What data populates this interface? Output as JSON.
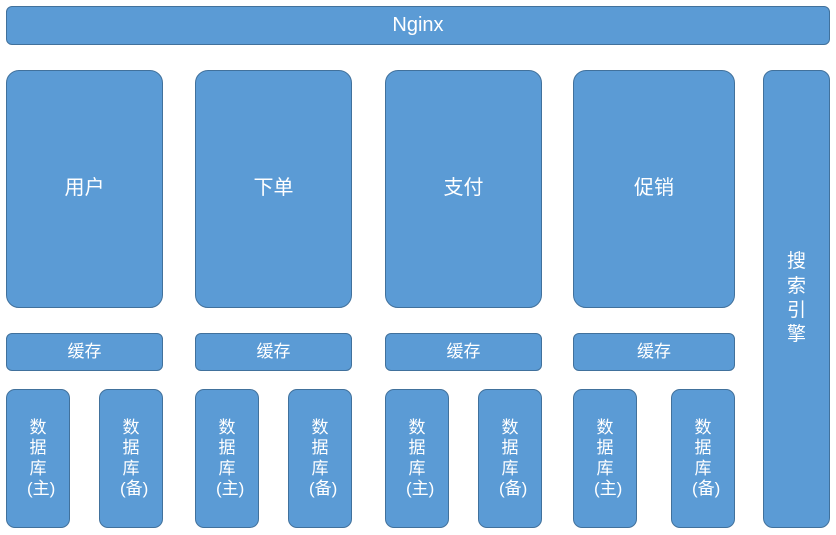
{
  "theme": {
    "node_fill": "#5b9bd5",
    "node_border": "#41719c",
    "node_text": "#ffffff",
    "background": "#ffffff"
  },
  "gateway": {
    "label": "Nginx"
  },
  "columns": [
    {
      "service": "用户",
      "cache": "缓存",
      "databases": [
        {
          "name": "数据库",
          "role": "(主)",
          "full": "数据库(主)"
        },
        {
          "name": "数据库",
          "role": "(备)",
          "full": "数据库(备)"
        }
      ]
    },
    {
      "service": "下单",
      "cache": "缓存",
      "databases": [
        {
          "name": "数据库",
          "role": "(主)",
          "full": "数据库(主)"
        },
        {
          "name": "数据库",
          "role": "(备)",
          "full": "数据库(备)"
        }
      ]
    },
    {
      "service": "支付",
      "cache": "缓存",
      "databases": [
        {
          "name": "数据库",
          "role": "(主)",
          "full": "数据库(主)"
        },
        {
          "name": "数据库",
          "role": "(备)",
          "full": "数据库(备)"
        }
      ]
    },
    {
      "service": "促销",
      "cache": "缓存",
      "databases": [
        {
          "name": "数据库",
          "role": "(主)",
          "full": "数据库(主)"
        },
        {
          "name": "数据库",
          "role": "(备)",
          "full": "数据库(备)"
        }
      ]
    }
  ],
  "search_engine": {
    "label": "搜索引擎"
  }
}
